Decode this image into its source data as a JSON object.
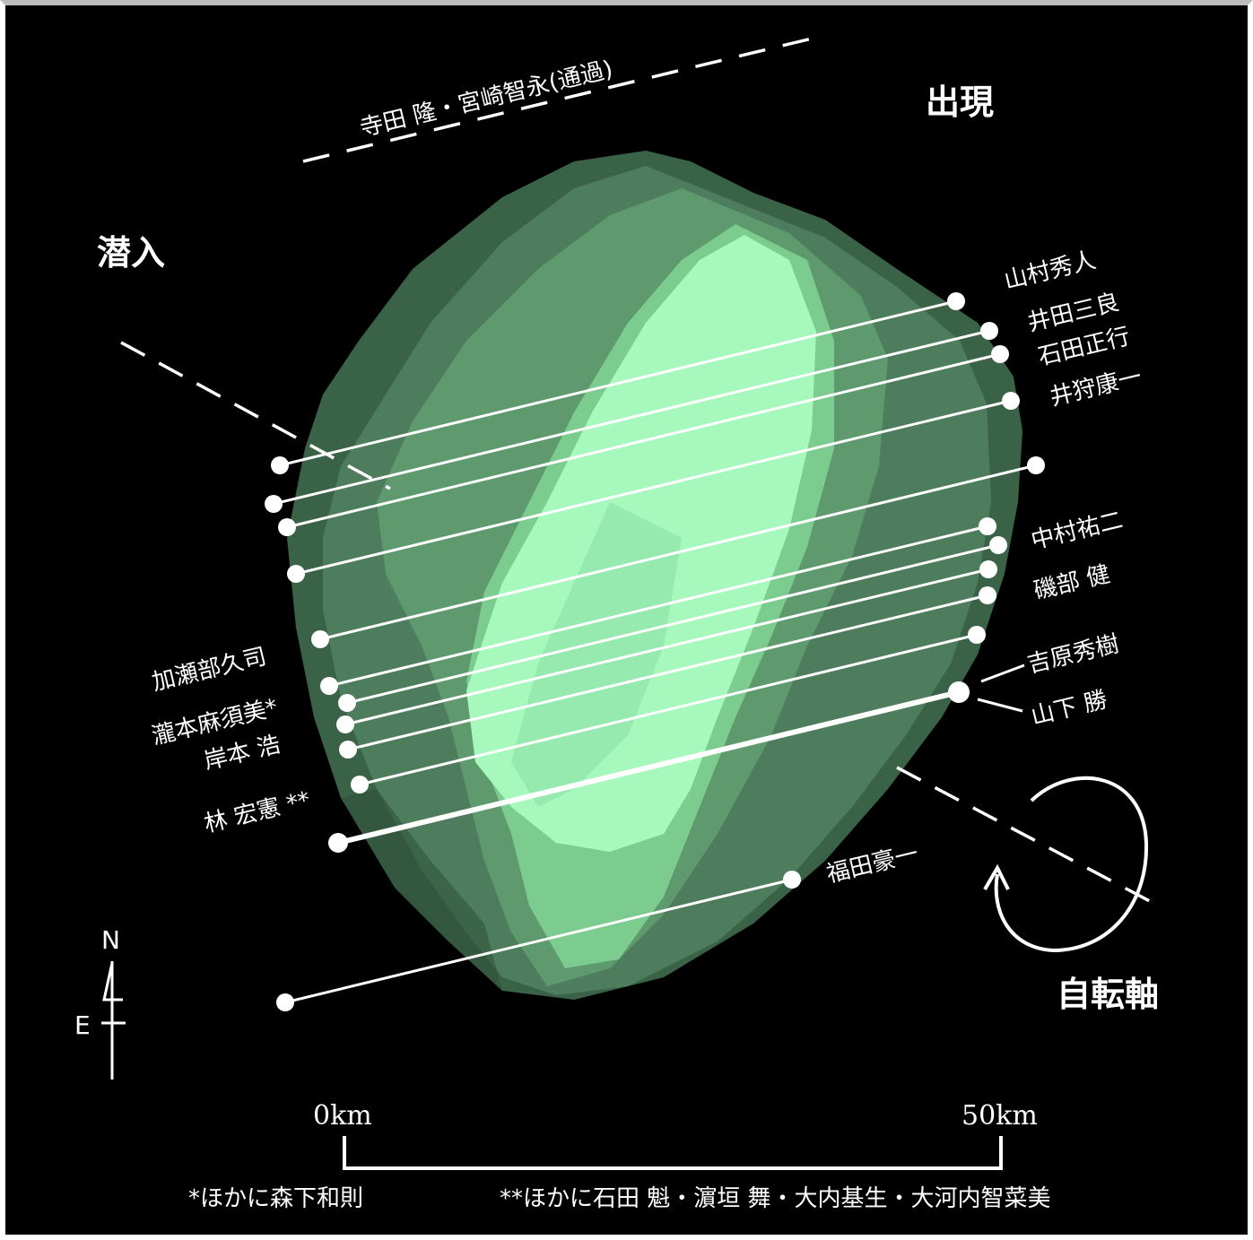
{
  "colors": {
    "background": "#000000",
    "body_dark": "#3e6b4d",
    "body_light": "#a6f8bc",
    "chord": "#ffffff"
  },
  "labels": {
    "disappear": "潜入",
    "reappear": "出現",
    "rotation_axis": "自転軸",
    "miss": "寺田 隆・宮崎智永(通過)"
  },
  "observers_right": [
    "山村秀人",
    "井田三良",
    "石田正行",
    "井狩康一",
    "中村祐二",
    "磯部 健",
    "吉原秀樹",
    "山下 勝"
  ],
  "observers_left": [
    "加瀬部久司",
    "瀧本麻須美*",
    "岸本 浩",
    "林 宏憲 **"
  ],
  "observer_bottom": "福田豪一",
  "compass": {
    "north": "N",
    "east": "E"
  },
  "scale_bar": {
    "start": "0km",
    "end": "50km"
  },
  "footnotes": {
    "single": "*ほかに森下和則",
    "double": "**ほかに石田 魁・濵垣 舞・大内基生・大河内智菜美"
  }
}
